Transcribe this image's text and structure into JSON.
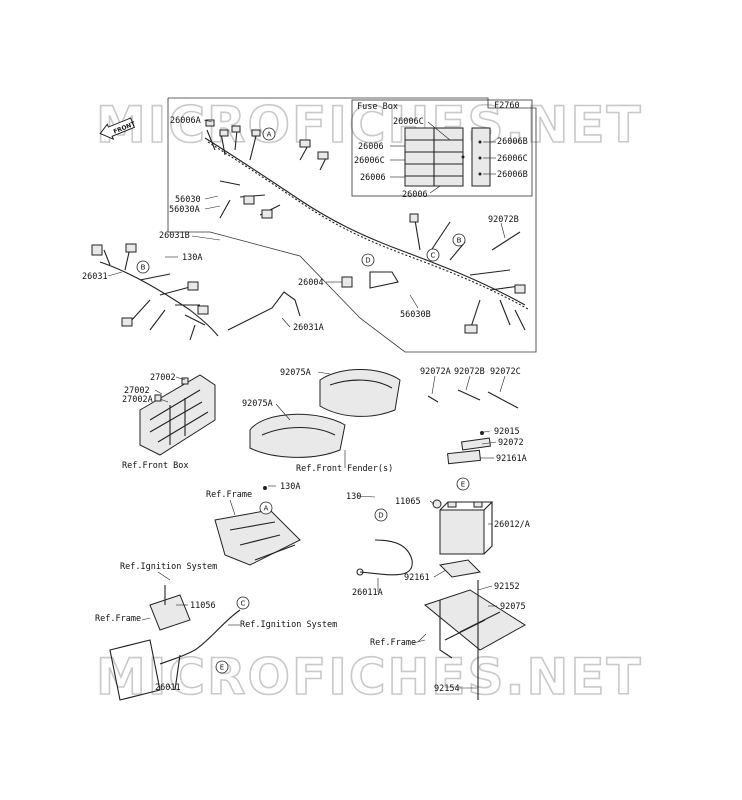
{
  "watermark": "MICROFICHES.NET",
  "diagram_code": "F2760",
  "front_marker": "FRONT",
  "fuse_box_title": "Fuse Box",
  "callout_letters": [
    "A",
    "B",
    "C",
    "D",
    "E"
  ],
  "labels": {
    "fuse_26006C_top": "26006C",
    "fuse_26006B_1": "26006B",
    "fuse_26006_1": "26006",
    "fuse_26006C_2": "26006C",
    "fuse_26006C_3": "26006C",
    "fuse_26006_2": "26006",
    "fuse_26006B_2": "26006B",
    "fuse_26006_3": "26006",
    "p26006A": "26006A",
    "p56030": "56030",
    "p56030A": "56030A",
    "p26031B": "26031B",
    "p130A_1": "130A",
    "p26031": "26031",
    "p26004": "26004",
    "p26031A": "26031A",
    "p56030B": "56030B",
    "p92072B_1": "92072B",
    "p27002_1": "27002",
    "p27002_2": "27002",
    "p27002A": "27002A",
    "ref_front_box": "Ref.Front Box",
    "p92075A_1": "92075A",
    "p92075A_2": "92075A",
    "ref_front_fender": "Ref.Front Fender(s)",
    "p92072A": "92072A",
    "p92072B_2": "92072B",
    "p92072C": "92072C",
    "p92015": "92015",
    "p92072": "92072",
    "p92161A": "92161A",
    "ref_frame_1": "Ref.Frame",
    "p130A_2": "130A",
    "p130": "130",
    "p11065": "11065",
    "p26012A": "26012/A",
    "p92161": "92161",
    "p92152": "92152",
    "p26011A": "26011A",
    "p92075": "92075",
    "ref_ignition_1": "Ref.Ignition System",
    "p11056": "11056",
    "ref_frame_2": "Ref.Frame",
    "ref_ignition_2": "Ref.Ignition System",
    "ref_frame_3": "Ref.Frame",
    "p26011": "26011",
    "p92154": "92154"
  }
}
